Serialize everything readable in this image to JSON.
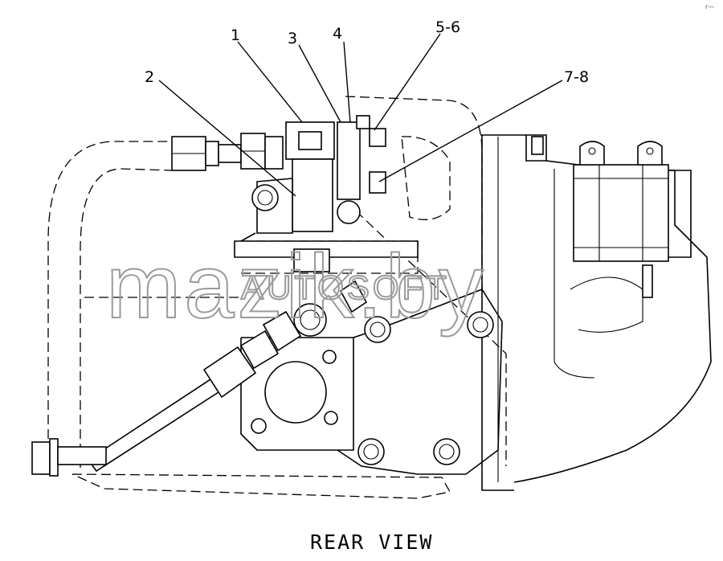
{
  "corner_mark": "r—",
  "callouts": {
    "c1": "1",
    "c2": "2",
    "c3": "3",
    "c4": "4",
    "c5_6": "5-6",
    "c7_8": "7-8"
  },
  "caption": "REAR VIEW",
  "watermark": "mazik.by",
  "watermark_overlay": "AUTOSOFT"
}
